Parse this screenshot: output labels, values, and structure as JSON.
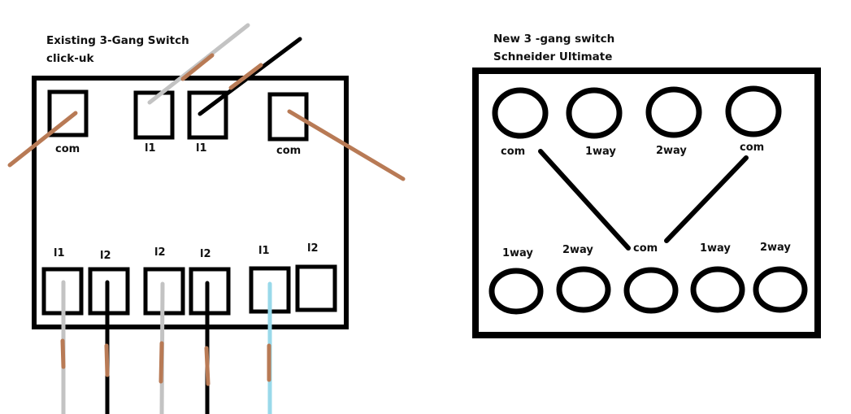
{
  "existing": {
    "title": "Existing 3-Gang Switch",
    "subtitle": "click-uk",
    "top_terminals": [
      "com",
      "l1",
      "l1",
      "com"
    ],
    "bottom_terminals": [
      "l1",
      "l2",
      "l2",
      "l2",
      "l1",
      "l2"
    ]
  },
  "new": {
    "title": "New 3 -gang switch",
    "subtitle": "Schneider Ultimate",
    "top_terminals": [
      "com",
      "1way",
      "2way",
      "com"
    ],
    "bottom_terminals": [
      "1way",
      "2way",
      "com",
      "1way",
      "2way"
    ]
  },
  "colors": {
    "brown": "#b87a55",
    "grey": "#c3c3c3",
    "black": "#000000",
    "blue": "#99d9ea"
  }
}
